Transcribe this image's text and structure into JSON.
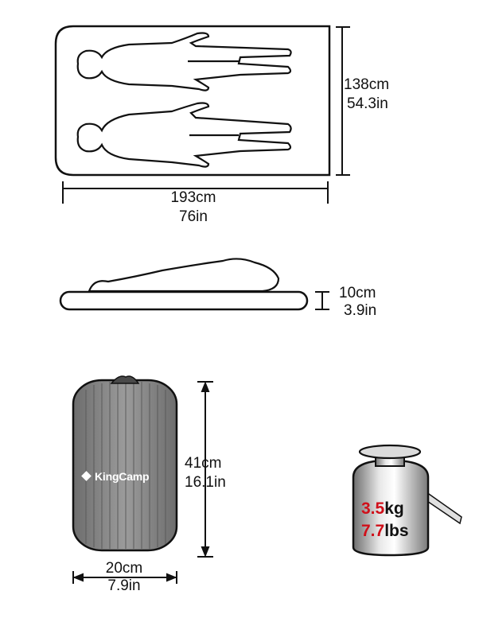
{
  "mat_top_view": {
    "width_metric": "138cm",
    "width_imperial": "54.3in",
    "length_metric": "193cm",
    "length_imperial": "76in"
  },
  "mat_side_view": {
    "thickness_metric": "10cm",
    "thickness_imperial": "3.9in"
  },
  "packed_bag": {
    "brand": "KingCamp",
    "height_metric": "41cm",
    "height_imperial": "16.1in",
    "diameter_metric": "20cm",
    "diameter_imperial": "7.9in"
  },
  "weight": {
    "metric_value": "3.5",
    "metric_unit": "kg",
    "imperial_value": "7.7",
    "imperial_unit": "lbs"
  },
  "colors": {
    "line": "#111111",
    "bag_gray": "#8a8a8a",
    "weight_red": "#d0101a"
  }
}
